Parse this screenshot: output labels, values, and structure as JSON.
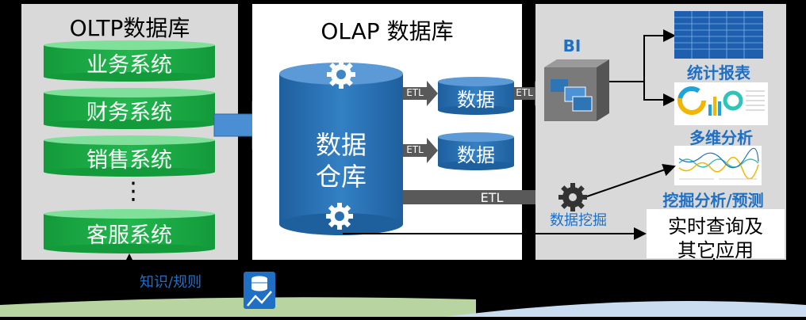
{
  "oltp": {
    "title": "OLTP数据库",
    "systems": [
      "业务系统",
      "财务系统",
      "销售系统",
      "客服系统"
    ],
    "ellipsis": "⋮"
  },
  "olap": {
    "title": "OLAP 数据库",
    "warehouse": [
      "数据",
      "仓库"
    ],
    "mart_top": "数据",
    "mart_mid": "数据",
    "etl_top": "ETL",
    "etl_mid": "ETL",
    "etl_bottom": "ETL",
    "etl_bi": "ETL"
  },
  "apps": {
    "bi": "BI",
    "report": "统计报表",
    "olap": "多维分析",
    "mining_analysis": "挖掘分析/预测",
    "data_mining": "数据挖掘",
    "realtime": [
      "实时查询及",
      "其它应用"
    ]
  },
  "knowledge": "知识/规则",
  "colors": {
    "green": "#1fb34a",
    "blue": "#2e75b6",
    "panel_gray": "#d9d9d9",
    "link_blue": "#1f6fc4",
    "arrow_gray": "#595959"
  }
}
